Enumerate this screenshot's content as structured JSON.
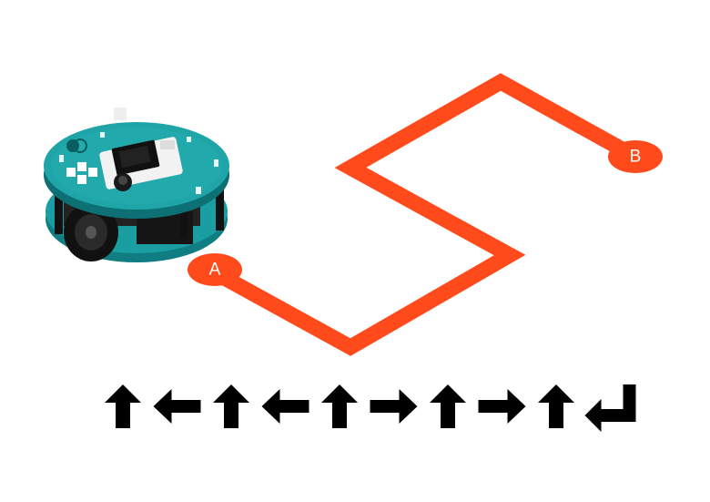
{
  "colors": {
    "path": "#ff4a1c",
    "arrow": "#000000",
    "robot_board": "#138f94",
    "robot_board_light": "#2fb3b5",
    "robot_dark": "#1a1a1a"
  },
  "path": {
    "start_label": "A",
    "end_label": "B"
  },
  "robot": {
    "icon": "arduino-robot-icon"
  },
  "command_sequence": [
    {
      "direction": "up",
      "icon": "arrow-up-icon"
    },
    {
      "direction": "left",
      "icon": "arrow-left-icon"
    },
    {
      "direction": "up",
      "icon": "arrow-up-icon"
    },
    {
      "direction": "left",
      "icon": "arrow-left-icon"
    },
    {
      "direction": "up",
      "icon": "arrow-up-icon"
    },
    {
      "direction": "right",
      "icon": "arrow-right-icon"
    },
    {
      "direction": "up",
      "icon": "arrow-up-icon"
    },
    {
      "direction": "right",
      "icon": "arrow-right-icon"
    },
    {
      "direction": "up",
      "icon": "arrow-up-icon"
    },
    {
      "direction": "return",
      "icon": "return-arrow-icon"
    }
  ]
}
